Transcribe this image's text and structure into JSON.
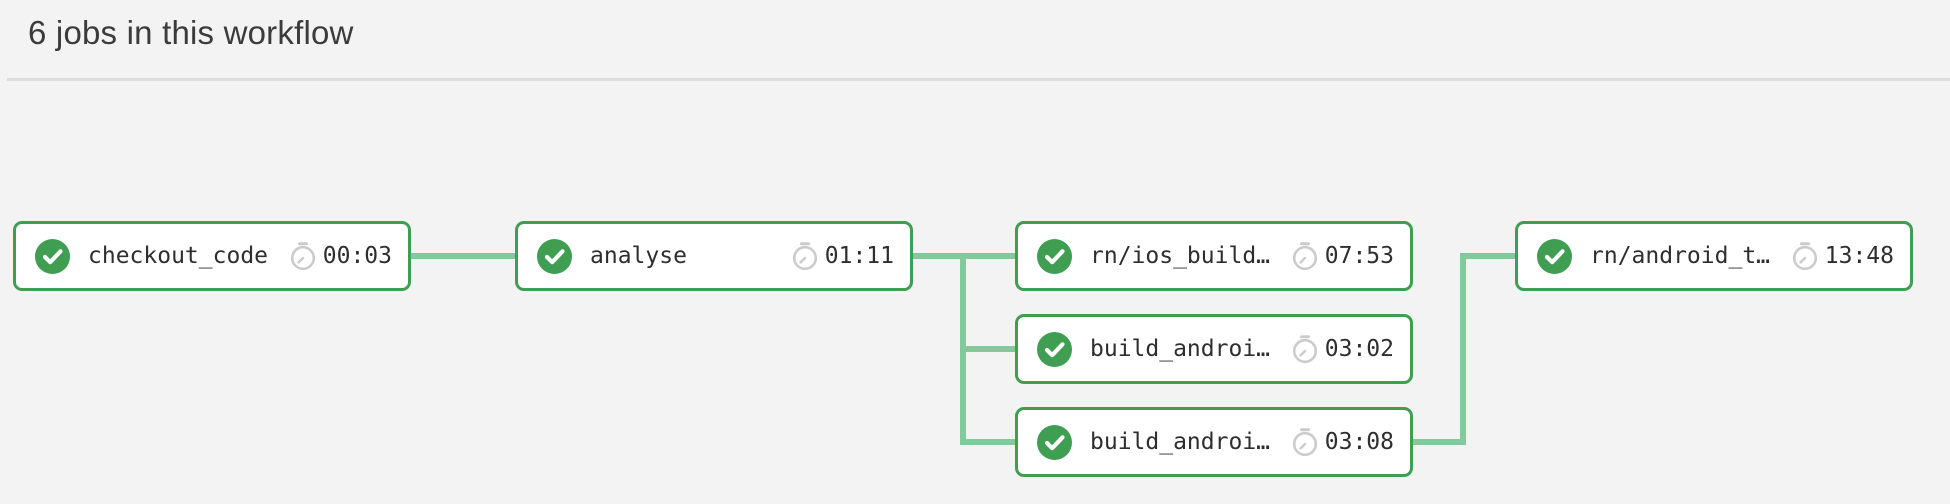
{
  "header": {
    "title": "6 jobs in this workflow"
  },
  "workflow": {
    "job_count": 6,
    "jobs": [
      {
        "label": "checkout_code",
        "duration": "00:03",
        "status": "success"
      },
      {
        "label": "analyse",
        "duration": "01:11",
        "status": "success"
      },
      {
        "label": "rn/ios_build…",
        "duration": "07:53",
        "status": "success"
      },
      {
        "label": "build_androi…",
        "duration": "03:02",
        "status": "success"
      },
      {
        "label": "build_androi…",
        "duration": "03:08",
        "status": "success"
      },
      {
        "label": "rn/android_t…",
        "duration": "13:48",
        "status": "success"
      }
    ],
    "edges": [
      "checkout_code -> analyse",
      "analyse -> rn/ios_build…",
      "analyse -> build_androi… (03:02)",
      "analyse -> build_androi… (03:08)",
      "build_androi… (03:08) -> rn/android_t…"
    ]
  },
  "icons": {
    "status_success": "check-circle-icon",
    "duration": "stopwatch-icon"
  },
  "colors": {
    "background": "#f3f3f4",
    "node_background": "#ffffff",
    "node_border_green": "#3f9e52",
    "success_icon_green": "#3f9e52",
    "connector_green": "#84c99c",
    "job_text": "#2e2e2e",
    "stopwatch_gray": "#cbcbcb",
    "divider_gray": "#dcdcdc",
    "header_text": "#3b3b3b"
  }
}
